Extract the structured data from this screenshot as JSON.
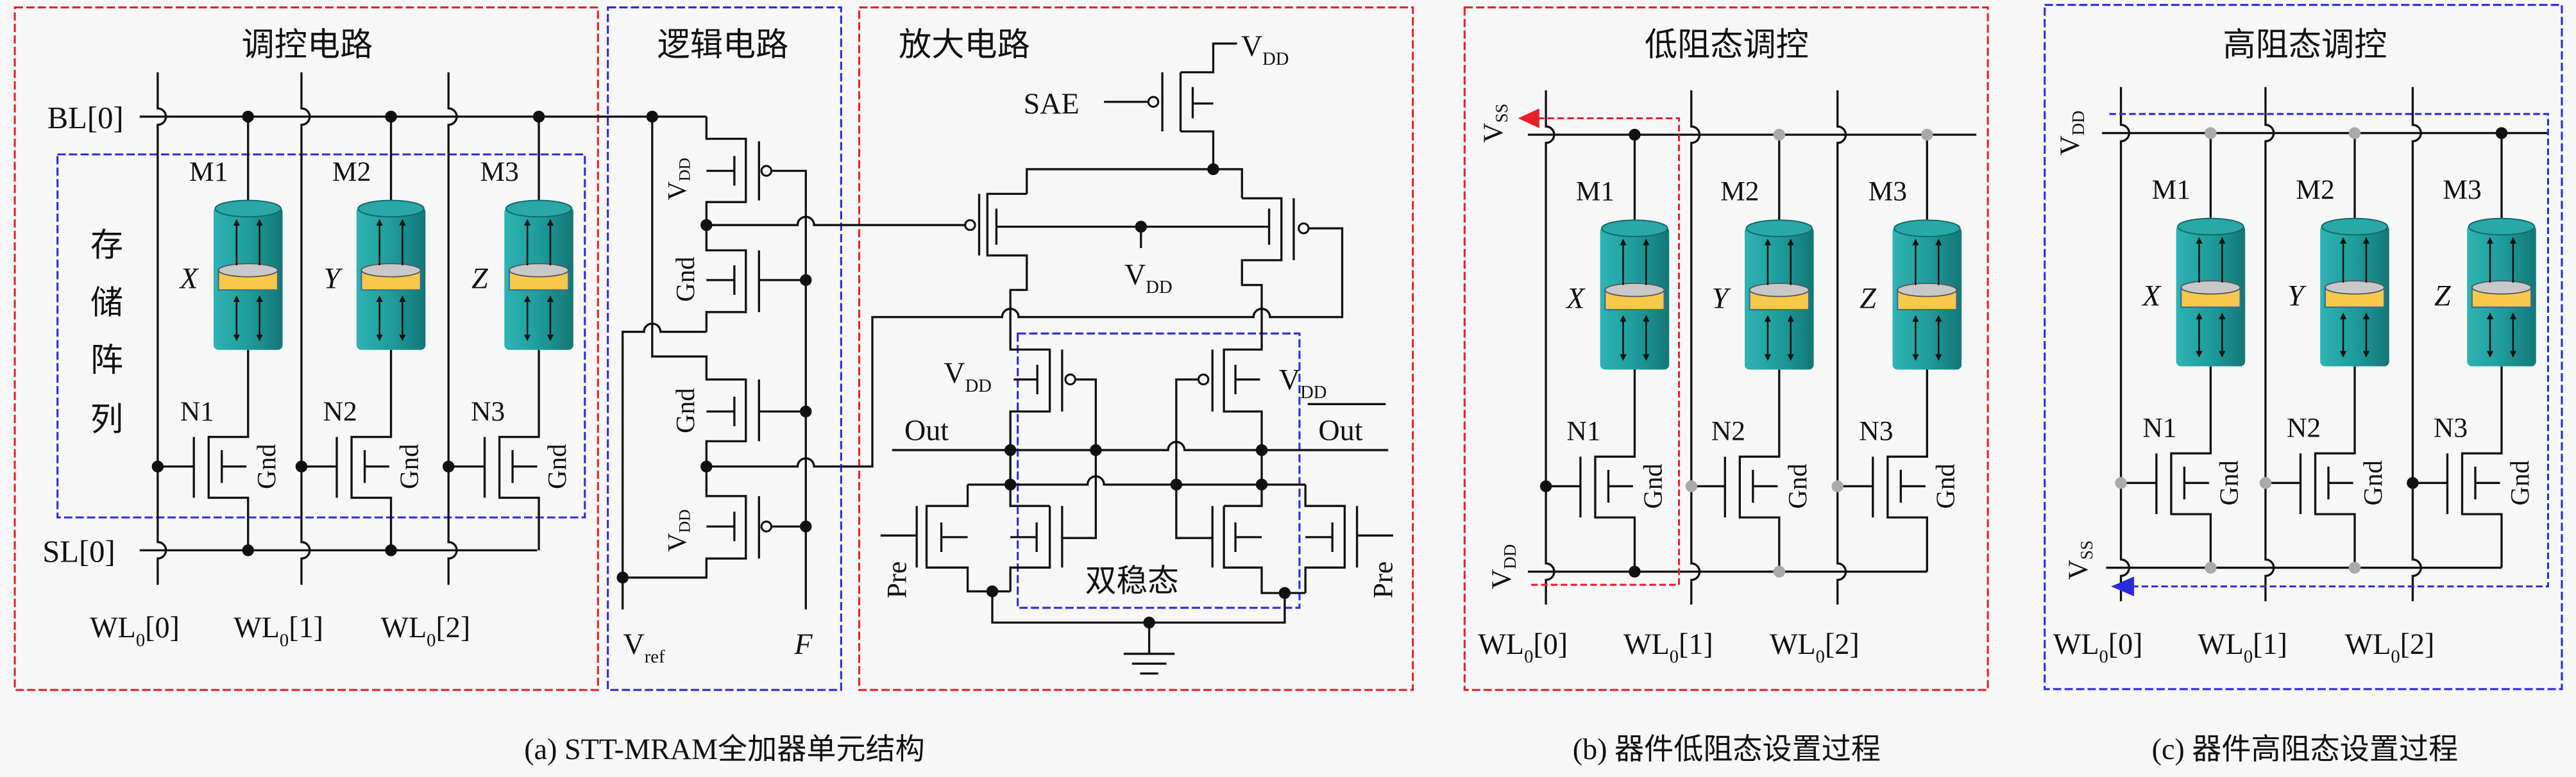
{
  "colors": {
    "red": "#e8202a",
    "blue": "#2a2ae0",
    "gray": "#aaaaaa",
    "mtj_body": "#1f9c9c",
    "mtj_free_layer": "#f7c84a"
  },
  "panel_a": {
    "title_control": "调控电路",
    "title_logic": "逻辑电路",
    "title_amp": "放大电路",
    "bl_label": "BL[0]",
    "sl_label": "SL[0]",
    "storage_array_label": [
      "存",
      "储",
      "阵",
      "列"
    ],
    "cells": [
      {
        "mtj": "M1",
        "var": "X",
        "nmos": "N1",
        "gnd": "Gnd",
        "wl": {
          "base": "WL",
          "sub": "0",
          "index": "[0]"
        }
      },
      {
        "mtj": "M2",
        "var": "Y",
        "nmos": "N2",
        "gnd": "Gnd",
        "wl": {
          "base": "WL",
          "sub": "0",
          "index": "[1]"
        }
      },
      {
        "mtj": "M3",
        "var": "Z",
        "nmos": "N3",
        "gnd": "Gnd",
        "wl": {
          "base": "WL",
          "sub": "0",
          "index": "[2]"
        }
      }
    ],
    "logic": {
      "vdd": {
        "base": "V",
        "sub": "DD"
      },
      "gnd": "Gnd",
      "vref": {
        "base": "V",
        "sub": "ref"
      },
      "f": "F"
    },
    "amp": {
      "sae": "SAE",
      "vdd": {
        "base": "V",
        "sub": "DD"
      },
      "out": "Out",
      "out_bar": "Out",
      "pre": "Pre",
      "bistable": "双稳态"
    },
    "caption": "(a) STT-MRAM全加器单元结构"
  },
  "panel_b": {
    "title": "低阻态调控",
    "top_rail": {
      "base": "V",
      "sub": "SS"
    },
    "bottom_rail": {
      "base": "V",
      "sub": "DD"
    },
    "active_column": 0,
    "cells": [
      {
        "mtj": "M1",
        "var": "X",
        "nmos": "N1",
        "gnd": "Gnd",
        "wl": {
          "base": "WL",
          "sub": "0",
          "index": "[0]"
        }
      },
      {
        "mtj": "M2",
        "var": "Y",
        "nmos": "N2",
        "gnd": "Gnd",
        "wl": {
          "base": "WL",
          "sub": "0",
          "index": "[1]"
        }
      },
      {
        "mtj": "M3",
        "var": "Z",
        "nmos": "N3",
        "gnd": "Gnd",
        "wl": {
          "base": "WL",
          "sub": "0",
          "index": "[2]"
        }
      }
    ],
    "caption": "(b) 器件低阻态设置过程"
  },
  "panel_c": {
    "title": "高阻态调控",
    "top_rail": {
      "base": "V",
      "sub": "DD"
    },
    "bottom_rail": {
      "base": "V",
      "sub": "SS"
    },
    "active_column": 2,
    "cells": [
      {
        "mtj": "M1",
        "var": "X",
        "nmos": "N1",
        "gnd": "Gnd",
        "wl": {
          "base": "WL",
          "sub": "0",
          "index": "[0]"
        }
      },
      {
        "mtj": "M2",
        "var": "Y",
        "nmos": "N2",
        "gnd": "Gnd",
        "wl": {
          "base": "WL",
          "sub": "0",
          "index": "[1]"
        }
      },
      {
        "mtj": "M3",
        "var": "Z",
        "nmos": "N3",
        "gnd": "Gnd",
        "wl": {
          "base": "WL",
          "sub": "0",
          "index": "[2]"
        }
      }
    ],
    "caption": "(c) 器件高阻态设置过程"
  }
}
